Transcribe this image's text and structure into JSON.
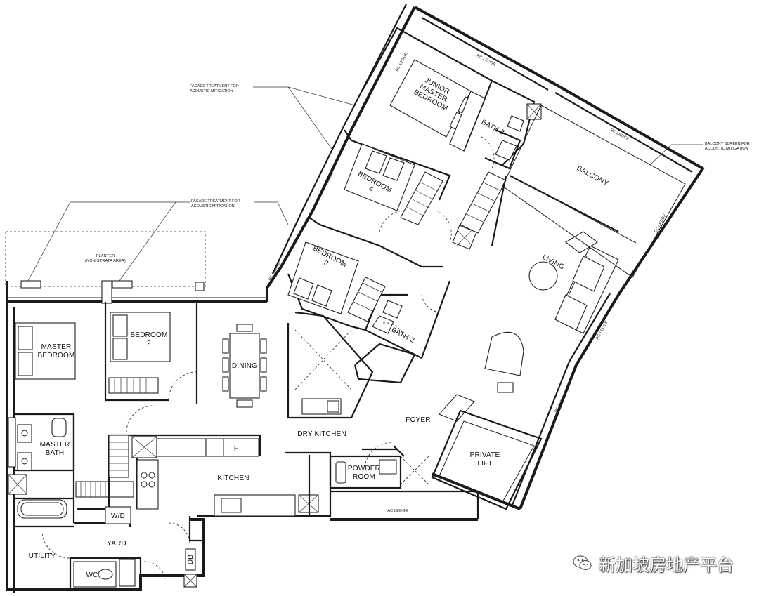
{
  "rooms": {
    "junior_master_bedroom": [
      "JUNIOR",
      "MASTER",
      "BEDROOM"
    ],
    "bath3": "BATH 3",
    "balcony": "BALCONY",
    "bedroom4": [
      "BEDROOM",
      "4"
    ],
    "bedroom3": [
      "BEDROOM",
      "3"
    ],
    "living": "LIVING",
    "bath2": "BATH 2",
    "master_bedroom": [
      "MASTER",
      "BEDROOM"
    ],
    "bedroom2": [
      "BEDROOM",
      "2"
    ],
    "dining": "DINING",
    "dry_kitchen": "DRY KITCHEN",
    "foyer": "FOYER",
    "private_lift": [
      "PRIVATE",
      "LIFT"
    ],
    "master_bath": [
      "MASTER",
      "BATH"
    ],
    "fridge": "F",
    "kitchen": "KITCHEN",
    "powder_room": [
      "POWDER",
      "ROOM"
    ],
    "wd": "W/D",
    "yard": "YARD",
    "utility": "UTILITY",
    "wc": "WC",
    "db": "DB",
    "ac_ledge": "AC LEDGE"
  },
  "planter": [
    "PLANTER",
    "(NON-STRATA AREA)"
  ],
  "rc_ledge": "RC LEDGE",
  "notes": {
    "facade_top": [
      "FACADE TREATMENT FOR",
      "ACOUSTIC MITIGATION"
    ],
    "facade_mid": [
      "FACADE TREATMENT FOR",
      "ACOUSTIC MITIGATION"
    ],
    "balcony_screen": [
      "BALCONY SCREEN FOR",
      "ACOUSTIC MITIGATION"
    ]
  },
  "watermark": {
    "text": "新加坡房地产平台",
    "icon": "wechat-icon"
  }
}
